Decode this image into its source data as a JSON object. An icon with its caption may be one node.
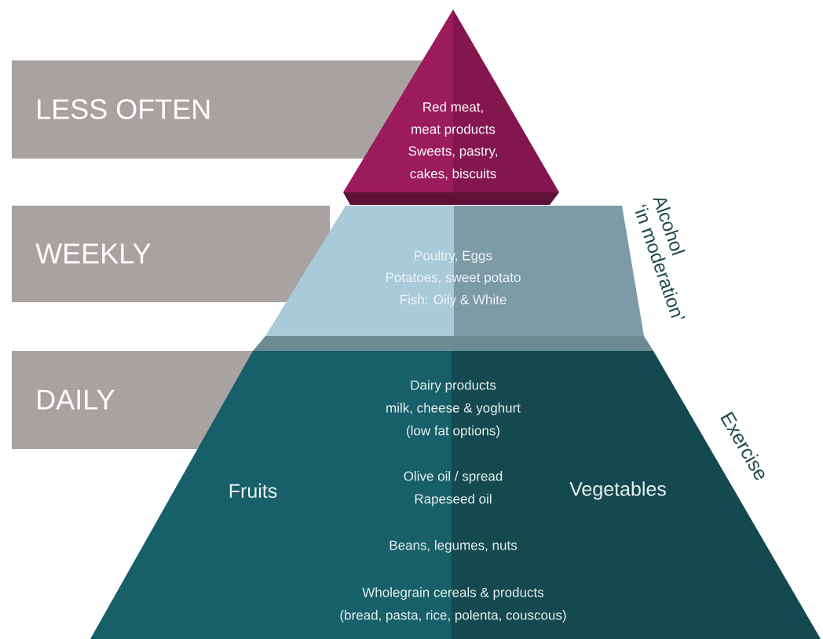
{
  "diagram": {
    "nodes": [
      {
        "text": [
          "LESS OFTEN"
        ]
      },
      {
        "text": [
          "WEEKLY"
        ]
      },
      {
        "text": [
          "DAILY"
        ]
      },
      {
        "text": [
          "Red meat,",
          "meat products",
          "Sweets, pastry,",
          "cakes, biscuits"
        ]
      },
      {
        "text": [
          "Poultry, Eggs",
          "Potatoes, sweet potato",
          "Fish: Oily & White"
        ],
        "beside": [
          "Alcohol",
          "‘in moderation’"
        ]
      },
      {
        "text": [
          "Dairy products",
          "milk, cheese & yoghurt",
          "(low fat options)",
          "Olive oil / spread",
          "Rapeseed oil",
          "Beans, legumes, nuts",
          "Wholegrain cereals & products",
          "(bread, pasta, rice, polenta, couscous)",
          "Fruits",
          "Vegetables"
        ],
        "beside": [
          "Exercise"
        ]
      }
    ]
  }
}
